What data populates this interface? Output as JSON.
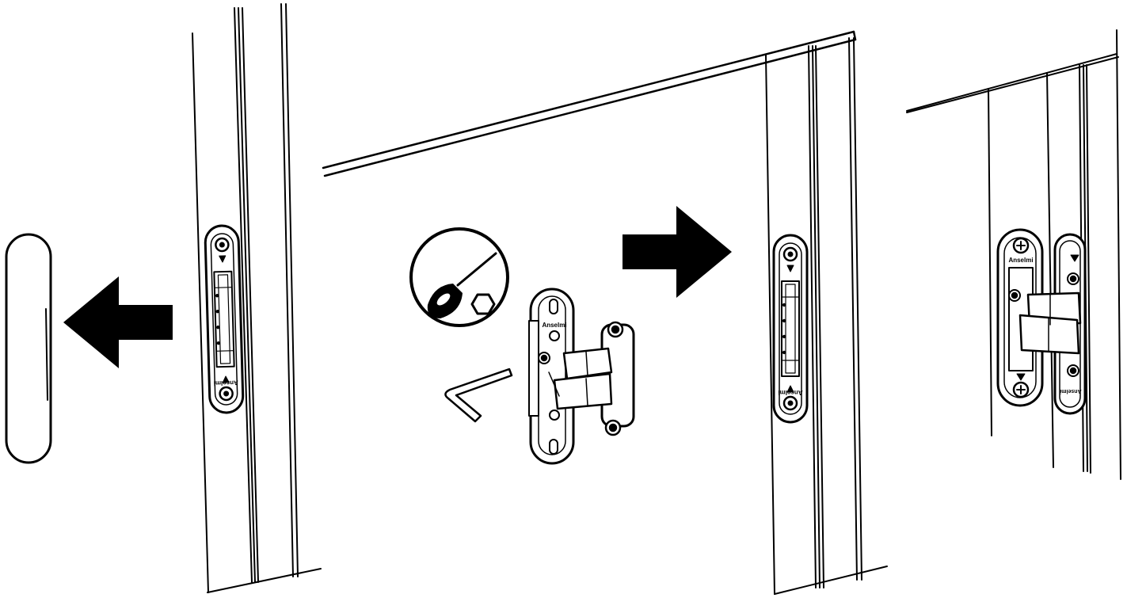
{
  "diagram": {
    "brand_text": "Anselmi",
    "colors": {
      "ink": "#000000",
      "paper": "#ffffff",
      "tint": "#eeeeee"
    },
    "steps": [
      {
        "scene": "remove-hinge-cover",
        "arrow": "left-arrow"
      },
      {
        "scene": "adjust-hinge-with-tools",
        "tools": [
          "screwdriver-icon",
          "hex-key"
        ],
        "arrow": "right-arrow"
      },
      {
        "scene": "hinge-installed-open"
      }
    ]
  }
}
